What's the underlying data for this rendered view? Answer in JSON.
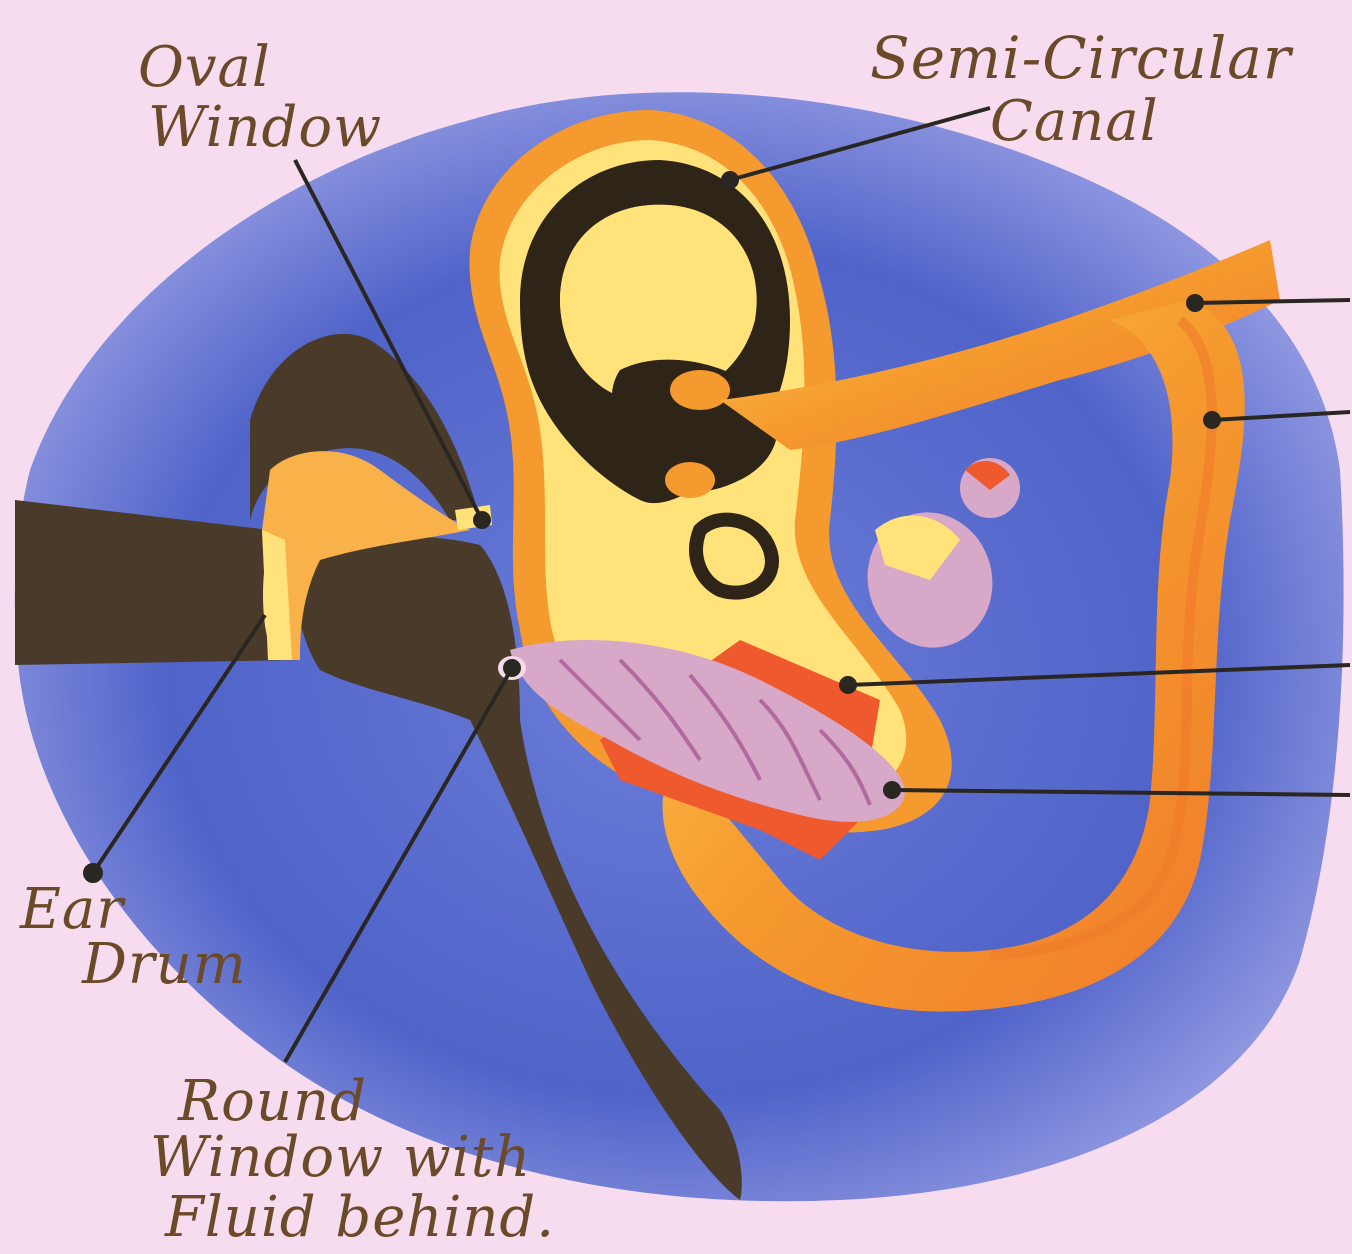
{
  "diagram": {
    "labels": {
      "oval_window": [
        "Oval",
        "Window"
      ],
      "semicircular_canal": [
        "Semi-Circular",
        "Canal"
      ],
      "ear_drum": [
        "Ear",
        "Drum"
      ],
      "round_window": [
        "Round",
        "Window with",
        "Fluid behind."
      ]
    },
    "unlabeled_pointers": 4,
    "colors": {
      "paper": "#f7dcef",
      "fluid_blue": "#4f63c9",
      "bone_brown": "#4a3a2a",
      "inner_yellow": "#ffe27a",
      "nerve_orange": "#f59a2e",
      "cochlea_pink": "#d8a8c8",
      "label_ink": "#6b4a2a",
      "pointer_ink": "#2a2622"
    }
  }
}
